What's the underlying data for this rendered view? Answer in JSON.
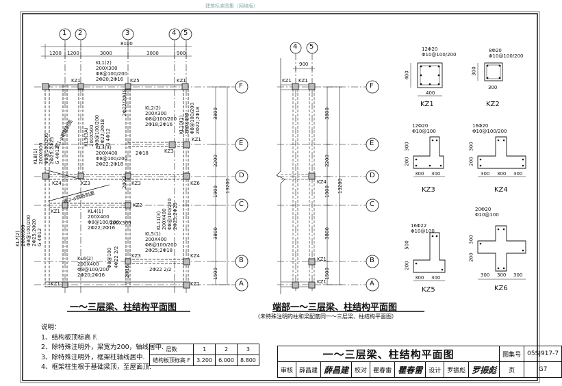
{
  "header_watermark": "建筑标准图集（网络版）",
  "left_plan": {
    "axis_top": [
      "1",
      "2",
      "3",
      "4",
      "5"
    ],
    "axis_right": [
      "F",
      "E",
      "D",
      "C",
      "B",
      "A"
    ],
    "dims_top_total": "8100",
    "dims_top": [
      "1200",
      "1200",
      "3000",
      "3000",
      "900"
    ],
    "dims_right": [
      "3800",
      "2200",
      "1900",
      "3800",
      "1500"
    ],
    "dims_right_total": "13200",
    "columns": [
      "KZ1",
      "KZ5",
      "KZ1",
      "KZ1",
      "KZ3",
      "KZ4",
      "KZ3",
      "KZ3",
      "KZ6",
      "KZ1",
      "KZ2",
      "KZ3",
      "KZ4",
      "KZ1",
      "KZ1"
    ],
    "beams": {
      "kl1": [
        "KL1(2)",
        "200X300",
        "Φ8@100/200",
        "2Φ20;2Φ16"
      ],
      "kl2": [
        "KL2(2)",
        "200X300",
        "Φ8@100/200",
        "2Φ18;2Φ16"
      ],
      "kl3": [
        "KL3(3)",
        "200X400",
        "Φ8@100/200",
        "2Φ22;2Φ18"
      ],
      "kl4": [
        "KL4(1)",
        "200X400",
        "Φ8@100/200",
        "2Φ22;2Φ16"
      ],
      "kl5": [
        "KL5(1)",
        "200X400",
        "Φ8@100/200",
        "2Φ25;2Φ18"
      ],
      "kl6": [
        "KL6(2)",
        "200X400",
        "Φ8@100/200",
        "2Φ20;2Φ16"
      ],
      "kl7": [
        "KL7(2)",
        "200X600",
        "Φ8@100/200",
        "2Φ25;2Φ20",
        "G 4Φ12"
      ],
      "kl8": [
        "KL8(1)",
        "200X600",
        "Φ8@100/200",
        "2Φ25;2Φ25",
        "G 4Φ12"
      ],
      "kl9": [
        "KL9(3A)",
        "200X500",
        "Φ8@100/200",
        "2Φ22;2Φ18",
        "G 4Φ12"
      ],
      "kl10": [
        "KL10(1)",
        "200X400",
        "Φ8@100/200",
        "2Φ22;2Φ18"
      ],
      "kl11": [
        "KL11(3)",
        "200X400",
        "Φ8@100/200",
        "2Φ25;2Φ25"
      ],
      "misc": [
        "2Φ22/2Φ18",
        "2Φ22",
        "2Φ18",
        "100X300",
        "Φ8@100",
        "4Φ22 2/2",
        "2Φ16",
        "2Φ22 2/2"
      ]
    },
    "notes_beam": [
      "图1-a钢筋剖面",
      "图2-a钢筋剖面"
    ],
    "title": "一～三层梁、柱结构平面图"
  },
  "right_plan": {
    "axis_top": [
      "4",
      "5"
    ],
    "dim_top": "900",
    "dims_right": [
      "3800",
      "2200",
      "1900",
      "3800",
      "1500"
    ],
    "dims_right_total": "13200",
    "columns": [
      "KZ1",
      "KZ1",
      "KZ4",
      "KZ1",
      "KZ1"
    ],
    "title": "端部一～三层梁、柱结构平面图",
    "subtitle": "（未特殊注明的柱和梁配筋同一～三层梁、柱结构平面图）"
  },
  "column_details": [
    {
      "name": "KZ1",
      "rebar": "12Φ20",
      "stirrup": "Φ10@100/200",
      "dim1": "400",
      "dim2": "400"
    },
    {
      "name": "KZ2",
      "rebar": "8Φ20",
      "stirrup": "Φ10@100/200",
      "dim1": "300",
      "dim2": "300"
    },
    {
      "name": "KZ3",
      "rebar": "12Φ20",
      "stirrup": "Φ10@100",
      "dim1": "300",
      "dim2": "200",
      "dim3": "300",
      "dim4": "300"
    },
    {
      "name": "KZ4",
      "rebar": "16Φ20",
      "stirrup": "Φ10@100/200",
      "dim1": "300",
      "dim2": "200",
      "dim3": "300",
      "dim4": "300",
      "dim5": "300"
    },
    {
      "name": "KZ5",
      "rebar": "16Φ22",
      "stirrup": "Φ10@100",
      "dim1": "500",
      "dim2": "200",
      "dim3": "300",
      "dim4": "300"
    },
    {
      "name": "KZ6",
      "rebar": "20Φ20",
      "stirrup": "Φ10@100",
      "dim1": "300",
      "dim2": "200",
      "dim3": "300",
      "dim4": "300",
      "dim5": "300"
    }
  ],
  "notes": {
    "heading": "说明：",
    "items": [
      "1、结构板顶标高 F.",
      "2、除特殊注明外，梁宽为200，轴线居中.",
      "3、除特殊注明外，框架柱轴线居中.",
      "4、框架柱生根于基础梁顶，至屋面顶."
    ]
  },
  "level_table": {
    "header": [
      "层数",
      "1",
      "2",
      "3"
    ],
    "row": [
      "结构板顶标高 F",
      "3.200",
      "6.000",
      "8.800"
    ]
  },
  "title_block": {
    "title": "一～三层梁、柱结构平面图",
    "atlas_label": "图集号",
    "atlas_no": "05SJ917-7",
    "review_label": "审核",
    "reviewer": "薛昌建",
    "reviewer_sig": "薛昌建",
    "check_label": "校对",
    "checker": "瞿春雷",
    "checker_sig": "瞿春雷",
    "design_label": "设计",
    "designer": "罗振彪",
    "designer_sig": "罗振彪",
    "page_label": "页",
    "page_no": "G7"
  }
}
